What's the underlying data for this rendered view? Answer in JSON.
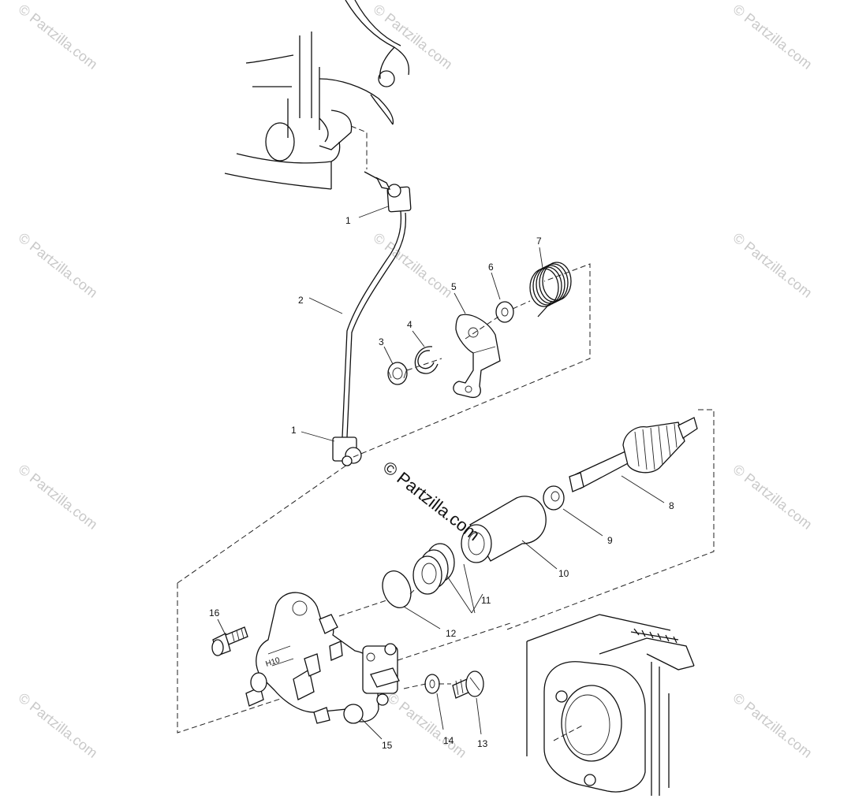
{
  "watermark": {
    "text": "© Partzilla.com",
    "center_text": "© Partzilla.com"
  },
  "callouts": {
    "c1a": "1",
    "c1b": "1",
    "c2": "2",
    "c3": "3",
    "c4": "4",
    "c5": "5",
    "c6": "6",
    "c7": "7",
    "c8": "8",
    "c9": "9",
    "c10": "10",
    "c11": "11",
    "c12": "12",
    "c13": "13",
    "c14": "14",
    "c15": "15",
    "c16": "16"
  }
}
